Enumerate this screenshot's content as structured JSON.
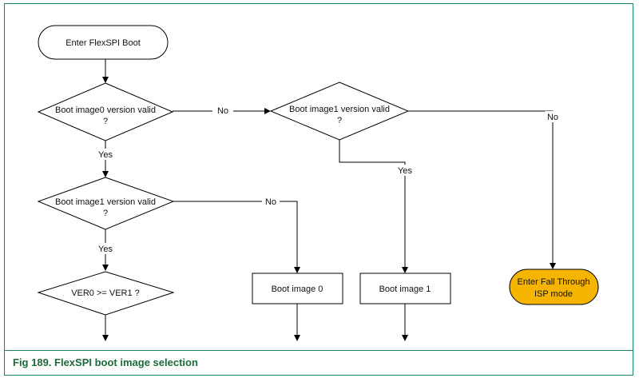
{
  "flowchart": {
    "start": "Enter FlexSPI Boot",
    "decision_img0": {
      "line1": "Boot image0 version valid",
      "line2": "?"
    },
    "decision_img1_right": {
      "line1": "Boot image1 version valid",
      "line2": "?"
    },
    "decision_img1_left": {
      "line1": "Boot image1 version valid",
      "line2": "?"
    },
    "decision_ver": "VER0 >= VER1 ?",
    "process_boot0": "Boot image 0",
    "process_boot1": "Boot image 1",
    "terminal_isp": {
      "line1": "Enter Fall Through",
      "line2": "ISP mode",
      "color": "#f5b400"
    },
    "labels": {
      "no_img0": "No",
      "no_img1_right": "No",
      "yes_img0": "Yes",
      "yes_img1_right": "Yes",
      "no_img1_left": "No",
      "yes_img1_left": "Yes"
    }
  },
  "caption": "Fig 189. FlexSPI boot image selection"
}
